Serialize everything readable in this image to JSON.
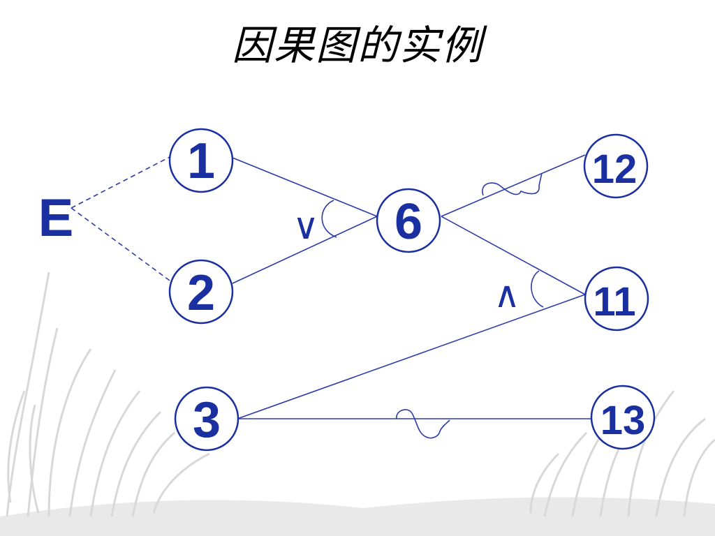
{
  "title": "因果图的实例",
  "colors": {
    "node": "#1a2fa0",
    "line": "#2a3aa8",
    "label": "#1a2fa0",
    "grass": "#d4d4d4"
  },
  "diagram": {
    "effect_label": "E",
    "or_symbol": "∨",
    "and_symbol": "∧",
    "nodes": [
      {
        "id": "n1",
        "label": "1"
      },
      {
        "id": "n2",
        "label": "2"
      },
      {
        "id": "n3",
        "label": "3"
      },
      {
        "id": "n6",
        "label": "6"
      },
      {
        "id": "n11",
        "label": "11"
      },
      {
        "id": "n12",
        "label": "12"
      },
      {
        "id": "n13",
        "label": "13"
      }
    ]
  }
}
